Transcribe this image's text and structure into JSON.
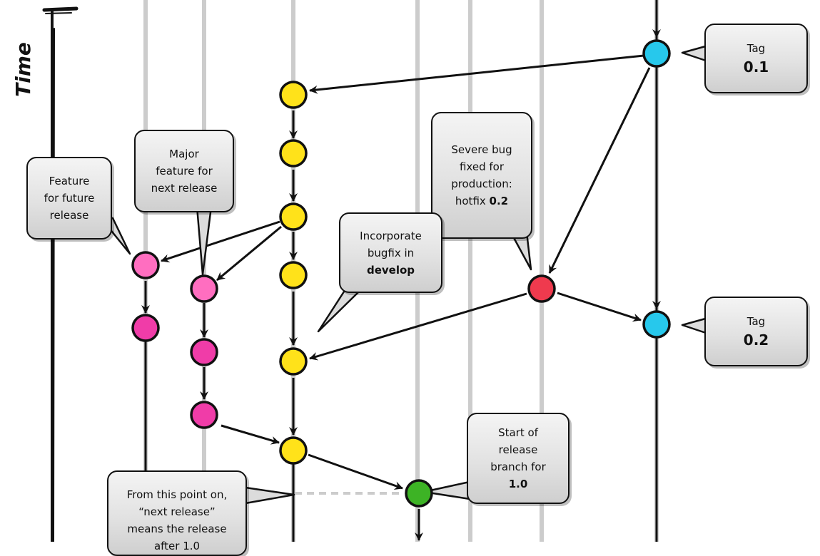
{
  "axis": {
    "label": "Time"
  },
  "colors": {
    "feature": "#f03ca8",
    "feature_light": "#ff6ec0",
    "develop": "#ffe21a",
    "hotfix": "#ef3a4e",
    "master": "#27c8ec",
    "release": "#3db325",
    "lane": "#cccccc"
  },
  "callouts": {
    "tag1": {
      "line1": "Tag",
      "line2": "0.1"
    },
    "tag2": {
      "line1": "Tag",
      "line2": "0.2"
    },
    "feature_future": {
      "line1": "Feature",
      "line2": "for future",
      "line3": "release"
    },
    "major_feature": {
      "line1": "Major",
      "line2": "feature for",
      "line3": "next release"
    },
    "hotfix": {
      "line1": "Severe bug",
      "line2": "fixed for",
      "line3": "production:",
      "line4_prefix": "hotfix ",
      "line4_bold": "0.2"
    },
    "incorporate": {
      "line1": "Incorporate",
      "line2": "bugfix in",
      "line3_bold": "develop"
    },
    "release_start": {
      "line1": "Start of",
      "line2": "release",
      "line3": "branch for",
      "line4_bold": "1.0"
    },
    "next_release": {
      "line1": "From this point on,",
      "line2": "“next release”",
      "line3": "means the release",
      "line4": "after 1.0"
    }
  }
}
